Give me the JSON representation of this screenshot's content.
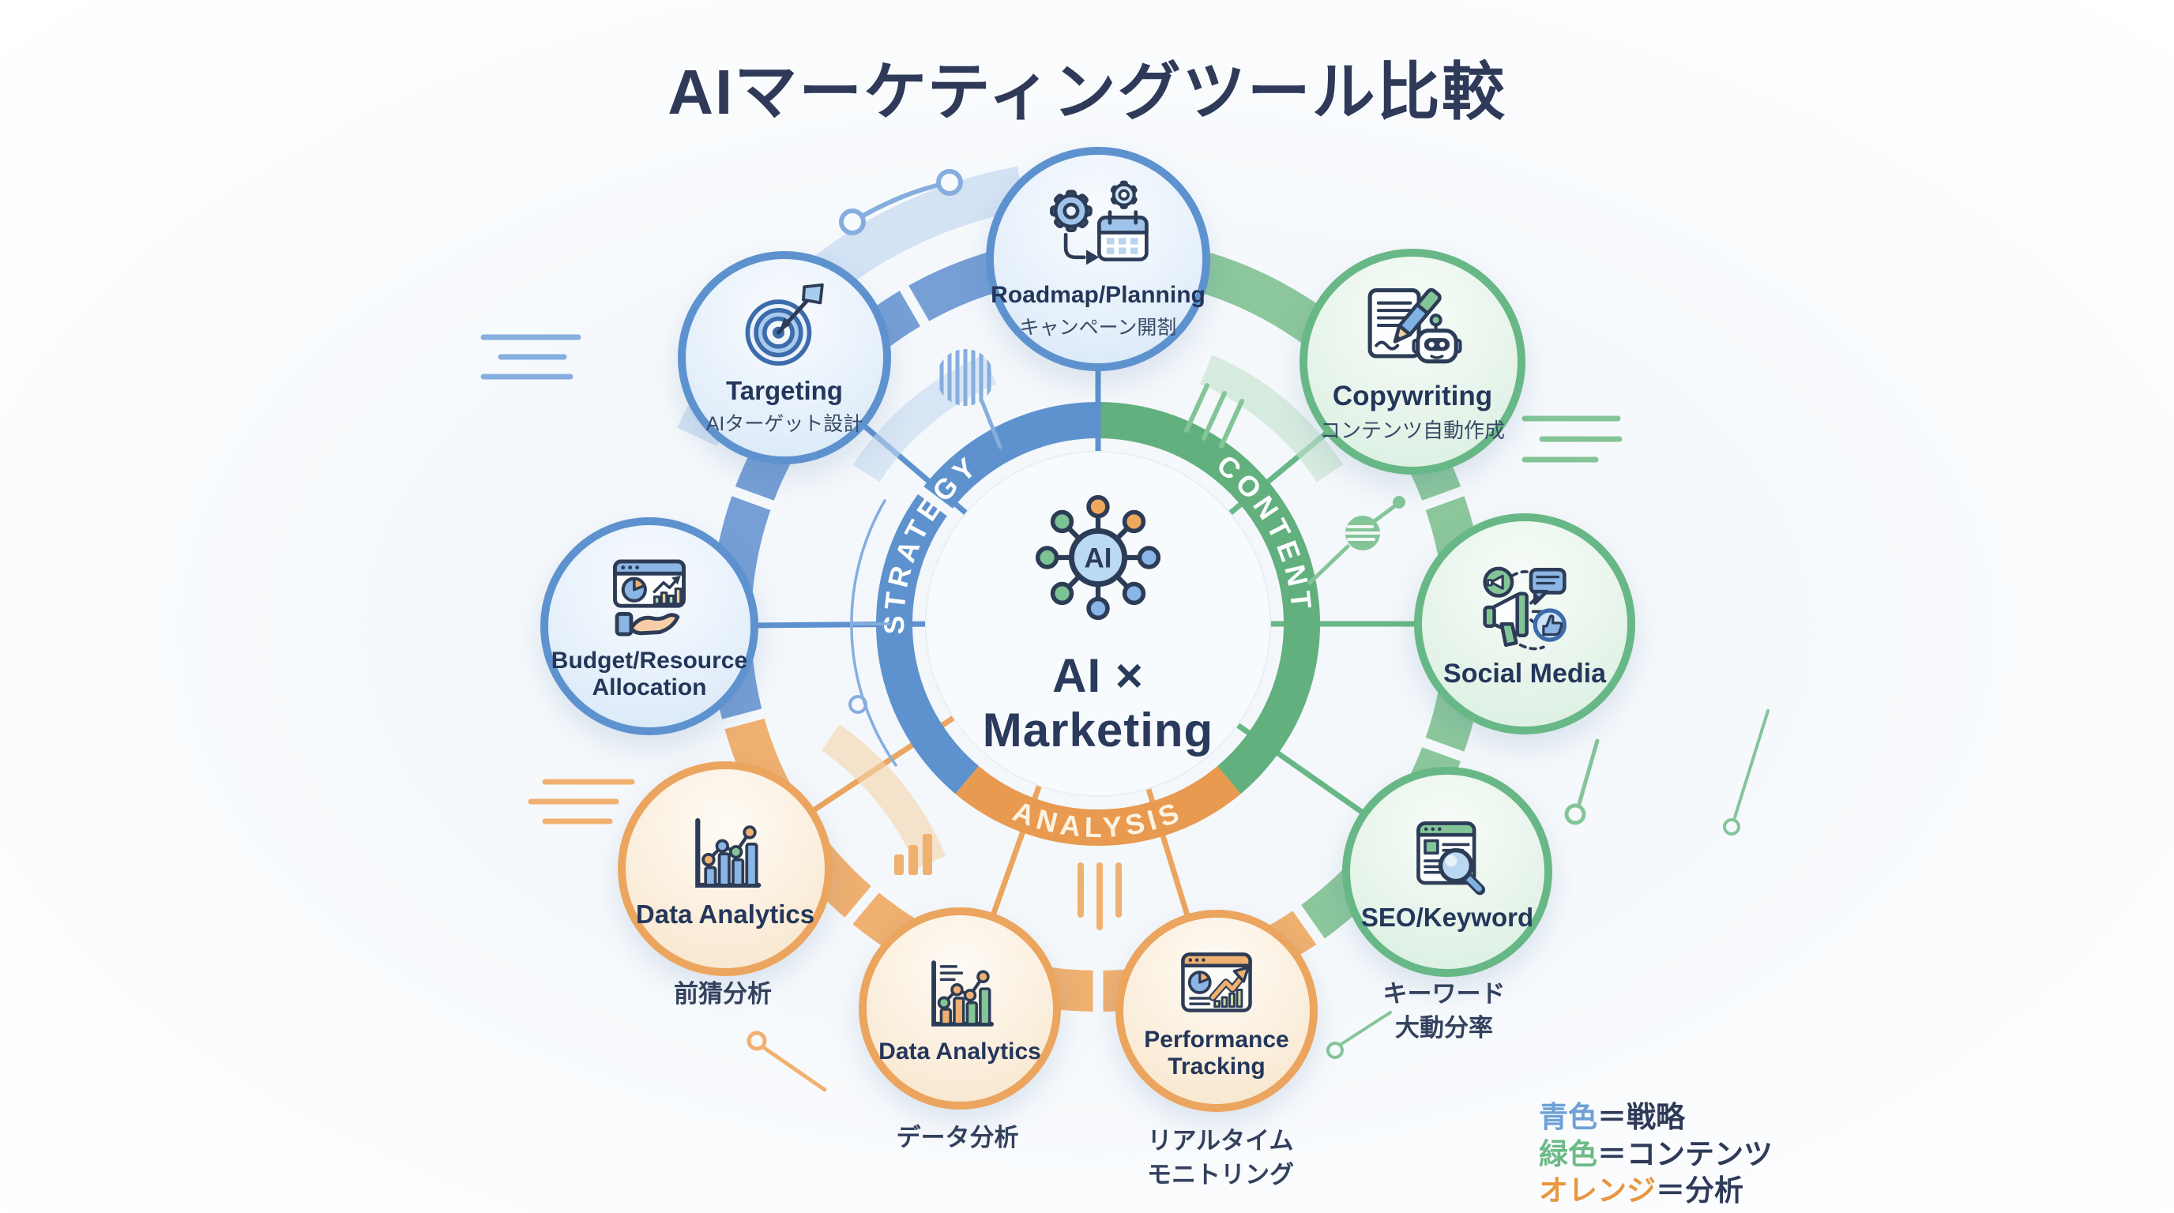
{
  "title": "AIマーケティングツール比較",
  "center": {
    "hub_label": "AI",
    "label": "AI × Marketing"
  },
  "ring_labels": {
    "strategy": "STRATEGY",
    "content": "CONTENT",
    "analysis": "ANALYSIS"
  },
  "nodes": {
    "roadmap": {
      "label": "Roadmap/Planning",
      "sublabel": "キャンペーン開剳",
      "category": "strategy",
      "icon": "gears-calendar-icon"
    },
    "targeting": {
      "label": "Targeting",
      "sublabel": "AIターゲット設計",
      "category": "strategy",
      "icon": "target-arrow-icon"
    },
    "budget": {
      "label_line1": "Budget/Resource",
      "label_line2": "Allocation",
      "category": "strategy",
      "icon": "dashboard-hand-icon"
    },
    "data_left": {
      "label": "Data Analytics",
      "caption": "前猜分析",
      "category": "analysis",
      "icon": "bar-line-chart-icon"
    },
    "data_bottom": {
      "label": "Data Analytics",
      "caption": "データ分析",
      "category": "analysis",
      "icon": "bar-line-chart-icon"
    },
    "performance": {
      "label_line1": "Performance",
      "label_line2": "Tracking",
      "caption_line1": "リアルタイム",
      "caption_line2": "モニトリング",
      "category": "analysis",
      "icon": "dashboard-arrow-icon"
    },
    "seo": {
      "label": "SEO/Keyword",
      "caption_line1": "キーワード",
      "caption_line2": "大動分率",
      "category": "content",
      "icon": "page-magnifier-icon"
    },
    "social": {
      "label": "Social Media",
      "category": "content",
      "icon": "megaphone-icon"
    },
    "copywriting": {
      "label": "Copywriting",
      "sublabel": "コンテンツ自動作成",
      "category": "content",
      "icon": "pen-robot-icon"
    }
  },
  "legend": {
    "items": [
      {
        "name": "青色",
        "rest": "＝戦略"
      },
      {
        "name": "緑色",
        "rest": "＝コンテンツ"
      },
      {
        "name": "オレンジ",
        "rest": "＝分析"
      }
    ]
  },
  "colors": {
    "strategy_blue": "#5e92cf",
    "content_green": "#68b786",
    "analysis_orange": "#eba55e",
    "navy_text": "#2e3a58"
  }
}
